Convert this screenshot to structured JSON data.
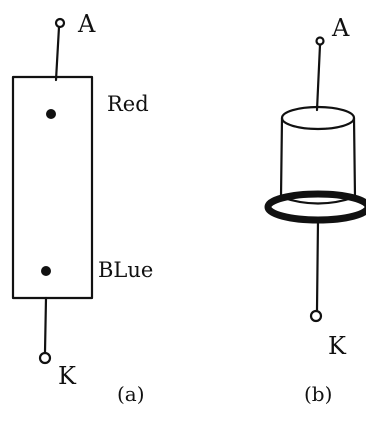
{
  "labels": {
    "a_anode": "A",
    "a_red": "Red",
    "a_blue": "BLue",
    "a_cathode": "K",
    "a_caption": "(a)",
    "b_anode": "A",
    "b_cathode": "K",
    "b_caption": "(b)"
  },
  "colors": {
    "ink": "#111111",
    "background": "#ffffff"
  }
}
